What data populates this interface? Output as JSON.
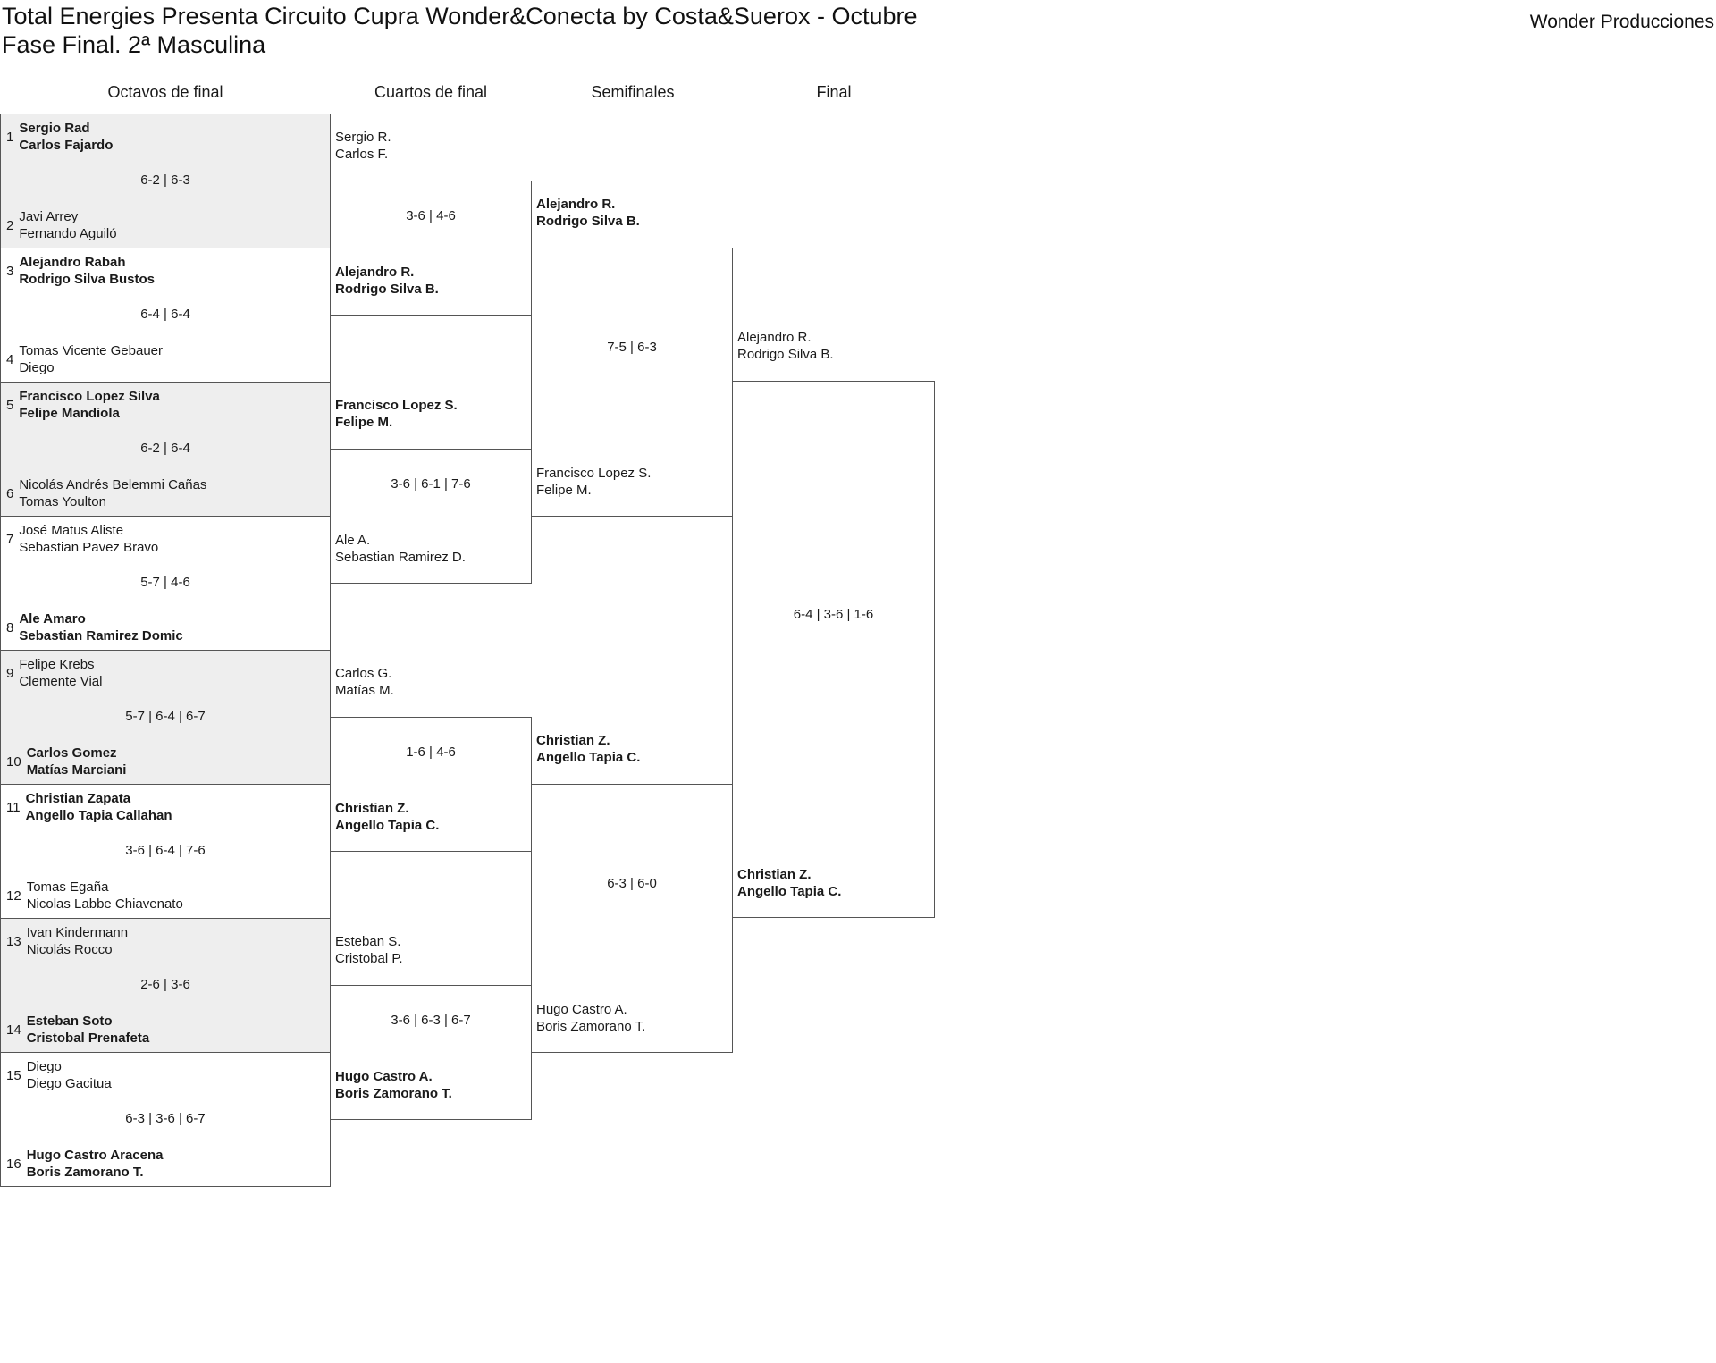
{
  "header": {
    "title": "Total Energies Presenta Circuito Cupra Wonder&Conecta by Costa&Suerox - Octubre",
    "subtitle": "Fase Final. 2ª Masculina",
    "organizer": "Wonder Producciones"
  },
  "rounds": [
    "Octavos de final",
    "Cuartos de final",
    "Semifinales",
    "Final"
  ],
  "octavos": [
    {
      "seed1": "1",
      "team1": [
        "Sergio Rad",
        "Carlos Fajardo"
      ],
      "seed2": "2",
      "team2": [
        "Javi Arrey",
        "Fernando Aguiló"
      ],
      "score": "6-2 | 6-3",
      "winner": 1
    },
    {
      "seed1": "3",
      "team1": [
        "Alejandro Rabah",
        "Rodrigo Silva Bustos"
      ],
      "seed2": "4",
      "team2": [
        "Tomas Vicente Gebauer",
        "Diego"
      ],
      "score": "6-4 | 6-4",
      "winner": 1
    },
    {
      "seed1": "5",
      "team1": [
        "Francisco Lopez Silva",
        "Felipe Mandiola"
      ],
      "seed2": "6",
      "team2": [
        "Nicolás Andrés Belemmi Cañas",
        "Tomas Youlton"
      ],
      "score": "6-2 | 6-4",
      "winner": 1
    },
    {
      "seed1": "7",
      "team1": [
        "José Matus Aliste",
        "Sebastian Pavez Bravo"
      ],
      "seed2": "8",
      "team2": [
        "Ale Amaro",
        "Sebastian Ramirez Domic"
      ],
      "score": "5-7 | 4-6",
      "winner": 2
    },
    {
      "seed1": "9",
      "team1": [
        "Felipe Krebs",
        "Clemente Vial"
      ],
      "seed2": "10",
      "team2": [
        "Carlos Gomez",
        "Matías Marciani"
      ],
      "score": "5-7 | 6-4 | 6-7",
      "winner": 2
    },
    {
      "seed1": "11",
      "team1": [
        "Christian Zapata",
        "Angello Tapia Callahan"
      ],
      "seed2": "12",
      "team2": [
        "Tomas Egaña",
        "Nicolas Labbe Chiavenato"
      ],
      "score": "3-6 | 6-4 | 7-6",
      "winner": 1
    },
    {
      "seed1": "13",
      "team1": [
        "Ivan Kindermann",
        "Nicolás Rocco"
      ],
      "seed2": "14",
      "team2": [
        "Esteban Soto",
        "Cristobal Prenafeta"
      ],
      "score": "2-6 | 3-6",
      "winner": 2
    },
    {
      "seed1": "15",
      "team1": [
        "Diego",
        "Diego Gacitua"
      ],
      "seed2": "16",
      "team2": [
        "Hugo Castro Aracena",
        "Boris Zamorano T."
      ],
      "score": "6-3 | 3-6 | 6-7",
      "winner": 2
    }
  ],
  "cuartos": [
    {
      "team1": [
        "Sergio R.",
        "Carlos F."
      ],
      "team2": [
        "Alejandro R.",
        "Rodrigo Silva B."
      ],
      "score": "3-6 | 4-6",
      "winner": 2
    },
    {
      "team1": [
        "Francisco Lopez S.",
        "Felipe M."
      ],
      "team2": [
        "Ale A.",
        "Sebastian Ramirez D."
      ],
      "score": "3-6 | 6-1 | 7-6",
      "winner": 1
    },
    {
      "team1": [
        "Carlos G.",
        "Matías M."
      ],
      "team2": [
        "Christian Z.",
        "Angello Tapia C."
      ],
      "score": "1-6 | 4-6",
      "winner": 2
    },
    {
      "team1": [
        "Esteban S.",
        "Cristobal P."
      ],
      "team2": [
        "Hugo Castro A.",
        "Boris Zamorano T."
      ],
      "score": "3-6 | 6-3 | 6-7",
      "winner": 2
    }
  ],
  "semifinales": [
    {
      "team1": [
        "Alejandro R.",
        "Rodrigo Silva B."
      ],
      "team2": [
        "Francisco Lopez S.",
        "Felipe M."
      ],
      "score": "7-5 | 6-3",
      "winner": 1
    },
    {
      "team1": [
        "Christian Z.",
        "Angello Tapia C."
      ],
      "team2": [
        "Hugo Castro A.",
        "Boris Zamorano T."
      ],
      "score": "6-3 | 6-0",
      "winner": 1
    }
  ],
  "final": [
    {
      "team1": [
        "Alejandro R.",
        "Rodrigo Silva B."
      ],
      "team2": [
        "Christian Z.",
        "Angello Tapia C."
      ],
      "score": "6-4 | 3-6 | 1-6",
      "winner": 2
    }
  ]
}
